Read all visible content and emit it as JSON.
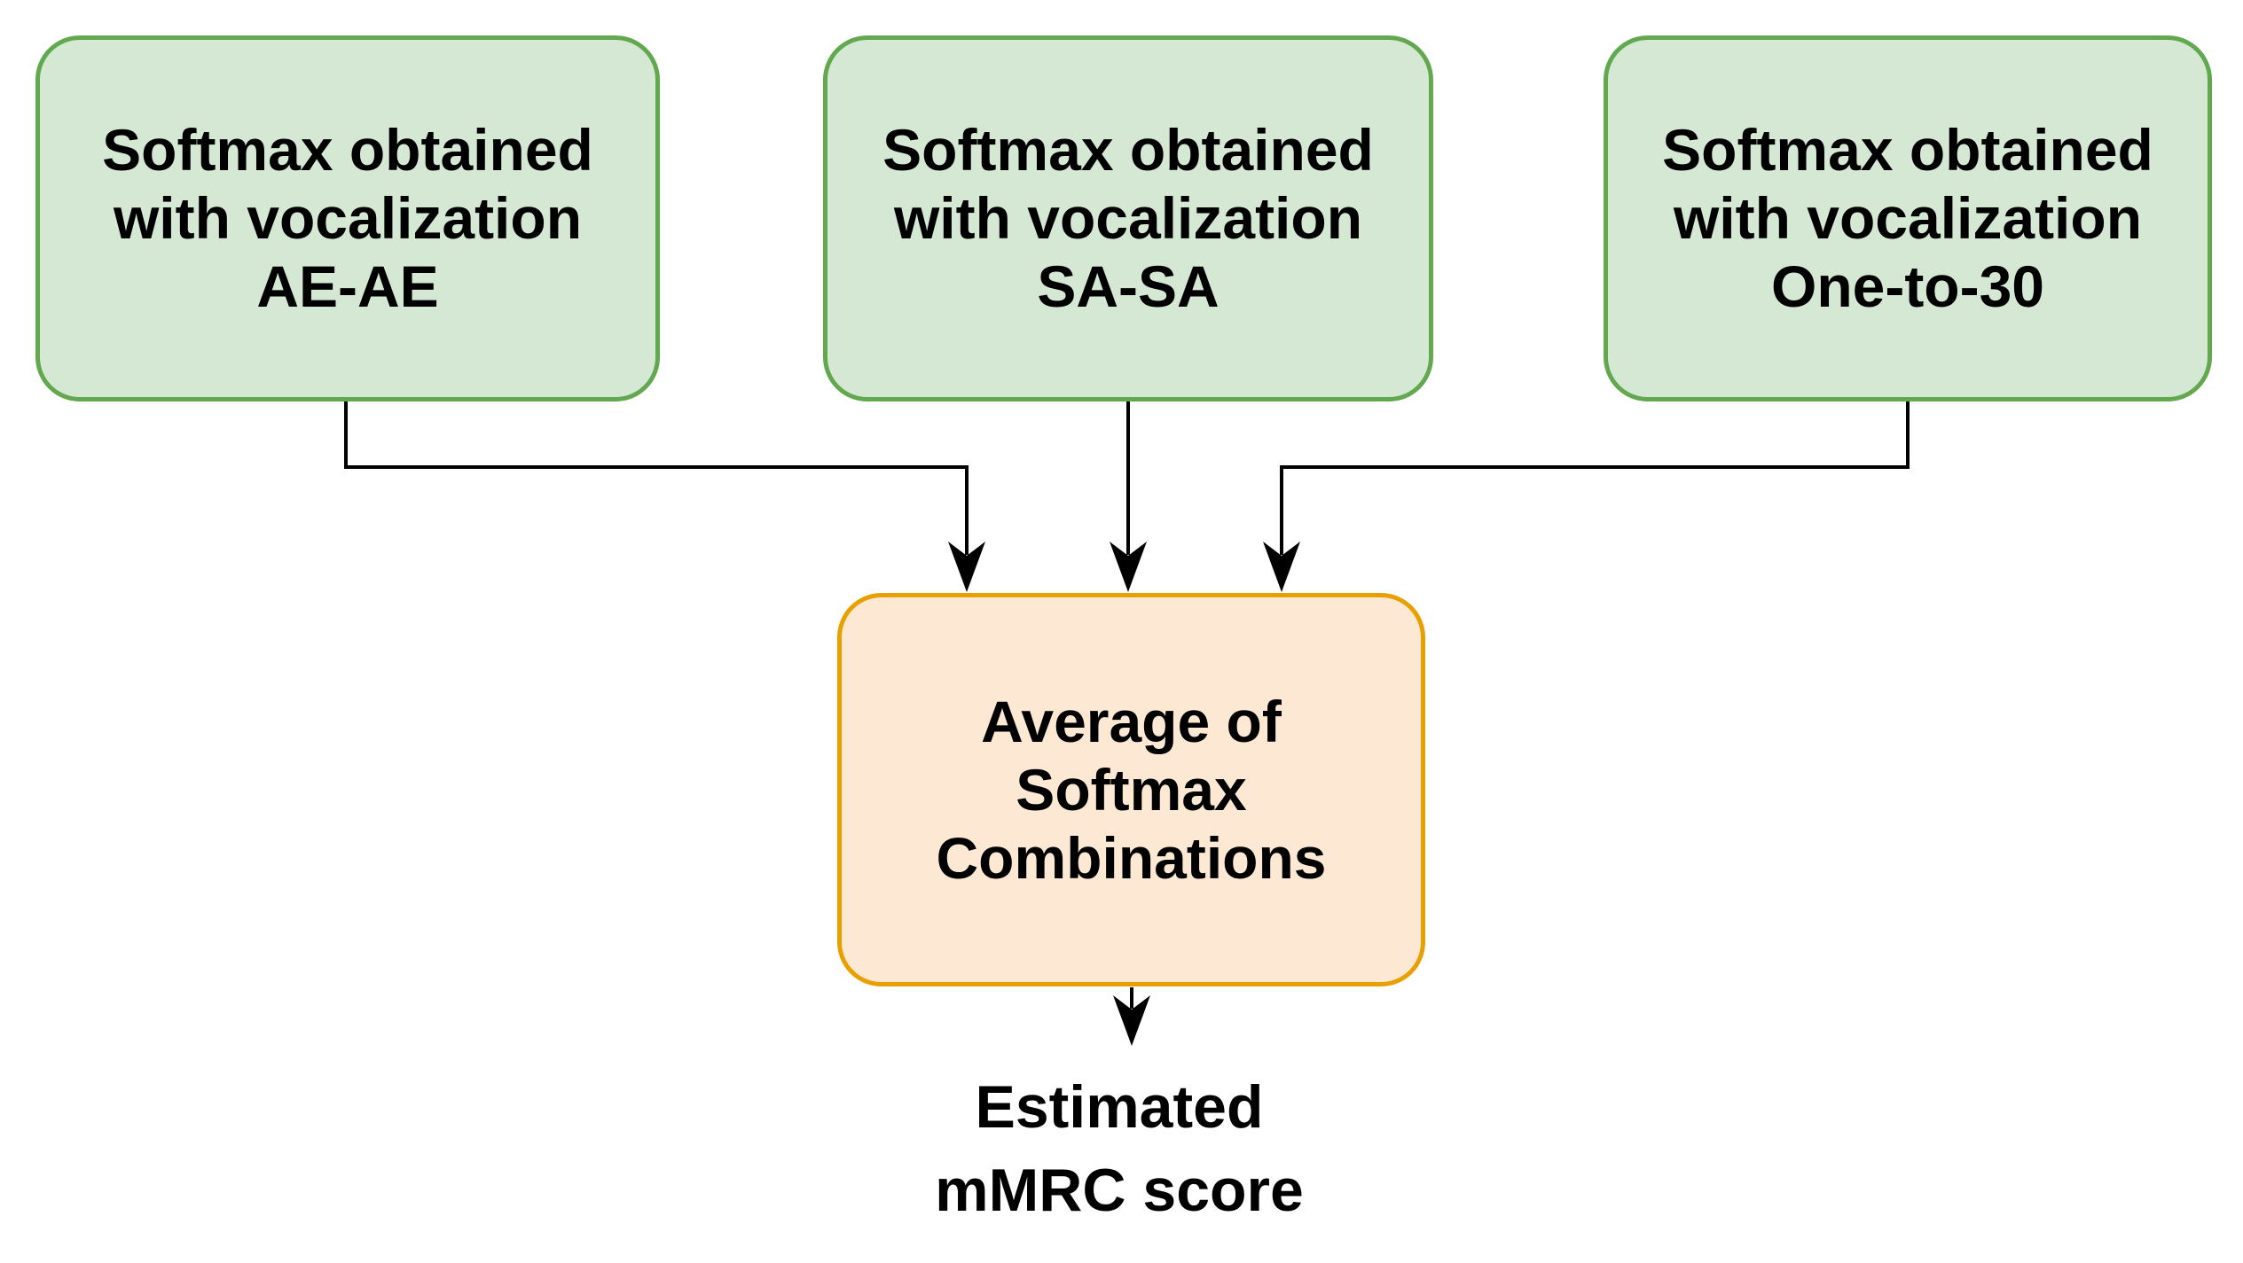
{
  "diagram": {
    "colors": {
      "input_fill": "#d5e8d4",
      "input_border": "#61a84f",
      "combine_fill": "#fce8d3",
      "combine_border": "#e8a000",
      "arrow_color": "#000000",
      "text_color": "#000000",
      "background_color": "#ffffff"
    },
    "input_boxes": [
      {
        "lines": [
          "Softmax obtained",
          "with vocalization",
          "AE-AE"
        ]
      },
      {
        "lines": [
          "Softmax obtained",
          "with vocalization",
          "SA-SA"
        ]
      },
      {
        "lines": [
          "Softmax obtained",
          "with vocalization",
          "One-to-30"
        ]
      }
    ],
    "combine_box": {
      "lines": [
        "Average of",
        "Softmax",
        "Combinations"
      ]
    },
    "output_label": {
      "lines": [
        "Estimated",
        "mMRC score"
      ]
    }
  }
}
